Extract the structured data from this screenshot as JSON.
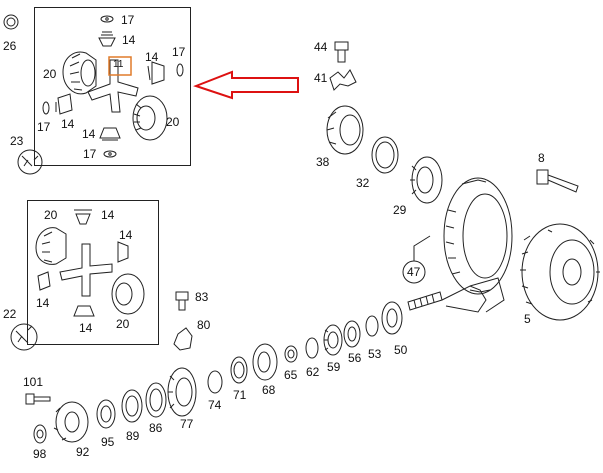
{
  "labels": {
    "p26": "26",
    "p17a": "17",
    "p14a": "14",
    "p11": "11",
    "p14b": "14",
    "p17b": "17",
    "p20a": "20",
    "p17c": "17",
    "p14c": "14",
    "p14d": "14",
    "p20b": "20",
    "p17d": "17",
    "p23": "23",
    "p44": "44",
    "p41": "41",
    "p38": "38",
    "p32": "32",
    "p29": "29",
    "p8": "8",
    "p47": "47",
    "p5": "5",
    "p20c": "20",
    "p14e": "14",
    "p14f": "14",
    "p14g": "14",
    "p14h": "14",
    "p20d": "20",
    "p22": "22",
    "p83": "83",
    "p80": "80",
    "p101": "101",
    "p98": "98",
    "p92": "92",
    "p95": "95",
    "p89": "89",
    "p86": "86",
    "p77": "77",
    "p74": "74",
    "p71": "71",
    "p68": "68",
    "p65": "65",
    "p62": "62",
    "p59": "59",
    "p56": "56",
    "p53": "53",
    "p50": "50"
  },
  "colors": {
    "line": "#222222",
    "highlight_box": "#e07b2a",
    "arrow": "#dd1111"
  },
  "icons": {
    "wrench_1": "wrench-icon",
    "wrench_2": "wrench-icon",
    "pointer_arrow": "arrow-left-icon"
  }
}
